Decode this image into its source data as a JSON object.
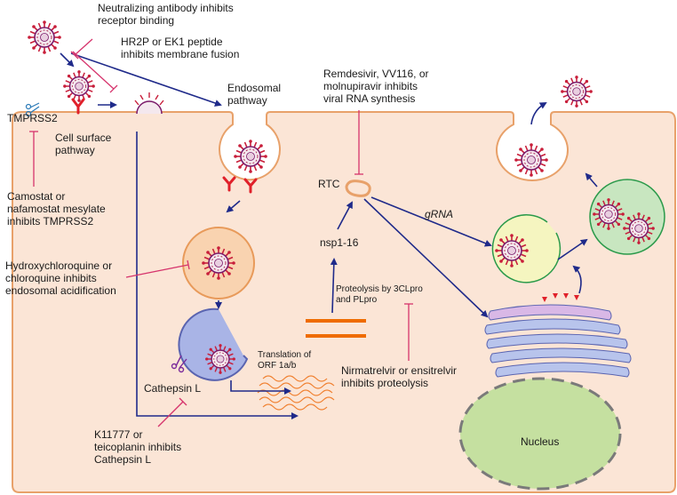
{
  "labels": {
    "neutralizing": "Neutralizing antibody inhibits\nreceptor binding",
    "hr2p": "HR2P or EK1 peptide\ninhibits membrane fusion",
    "remdesivir": "Remdesivir, VV116, or\nmolnupiravir inhibits\nviral RNA synthesis",
    "endosomal_pathway": "Endosomal\npathway",
    "tmprss2": "TMPRSS2",
    "cell_surface": "Cell surface\npathway",
    "camostat": "Camostat or\nnafamostat mesylate\ninhibits TMPRSS2",
    "hydroxychloroquine": "Hydroxychloroquine or\nchloroquine inhibits\nendosomal acidification",
    "rtc": "RTC",
    "nsp": "nsp1-16",
    "grna": "gRNA",
    "proteolysis": "Proteolysis by 3CLpro\nand PLpro",
    "translation": "Translation of\nORF 1a/b",
    "nirmatrelvir": "Nirmatrelvir or ensitrelvir\ninhibits proteolysis",
    "cathepsin": "Cathepsin L",
    "k11777": "K11777 or\nteicoplanin inhibits\nCathepsin L",
    "nucleus": "Nucleus"
  },
  "colors": {
    "cell_fill": "#fbe5d6",
    "cell_border": "#e8a16a",
    "arrow": "#1f2a8a",
    "inhibitor": "#d6336c",
    "endosome_early": "#f9d3b0",
    "endosome_late": "#a9b4e6",
    "vesicle_yellow": "#f5f5c0",
    "vesicle_green": "#c8e6c0",
    "nucleus": "#c5e0a0",
    "receptor": "#e0202a",
    "polyprotein": "#ef6c00",
    "rna": "#f08030",
    "golgi": "#b8c4ec"
  }
}
